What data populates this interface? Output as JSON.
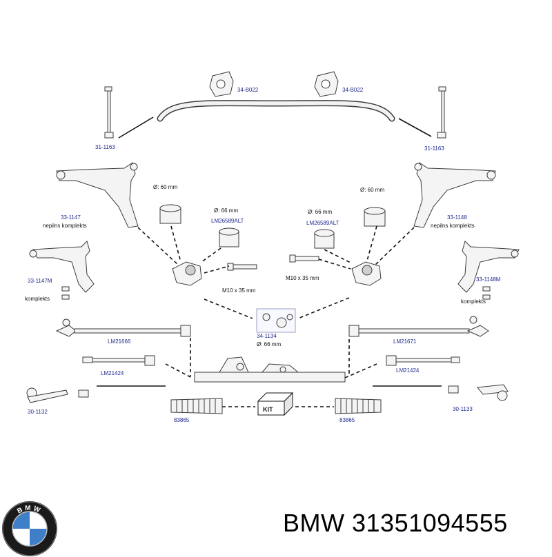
{
  "parts": {
    "bushing_left": "34-B022",
    "bushing_right": "34-B022",
    "link_left": "31-1163",
    "link_right": "31-1163",
    "arm_left": "33-1147",
    "arm_left_note": "nepilns komplekts",
    "arm_right": "33-1148",
    "arm_right_note": "nepilns komplekts",
    "arm_left_m": "33-1147M",
    "arm_left_m_note": "komplekts",
    "arm_right_m": "33-1148M",
    "arm_right_m_note": "komplekts",
    "dia_60_left": "Ø: 60 mm",
    "dia_60_right": "Ø: 60 mm",
    "dia_66_left": "Ø: 66 mm",
    "dia_66_right": "Ø: 66 mm",
    "alt_left": "LM26589ALT",
    "alt_right": "LM26589ALT",
    "bolt_left": "M10 x 35 mm",
    "bolt_right": "M10 x 35 mm",
    "center_kit": "34-1134",
    "center_dia": "Ø: 66 mm",
    "rod_left": "LM21666",
    "rod_right": "LM21671",
    "inner_left": "LM21424",
    "inner_right": "LM21424",
    "tie_end_left": "30-1132",
    "tie_end_right": "30-1133",
    "boot_left": "83865",
    "boot_right": "83865",
    "kit": "KIT"
  },
  "brand": "BMW",
  "part_number": "31351094555",
  "logo_text": "BMW",
  "colors": {
    "label": "#1f2a8a",
    "line": "#111111",
    "logo_ring": "#1a1a1a",
    "logo_blue": "#3f7fc8"
  }
}
